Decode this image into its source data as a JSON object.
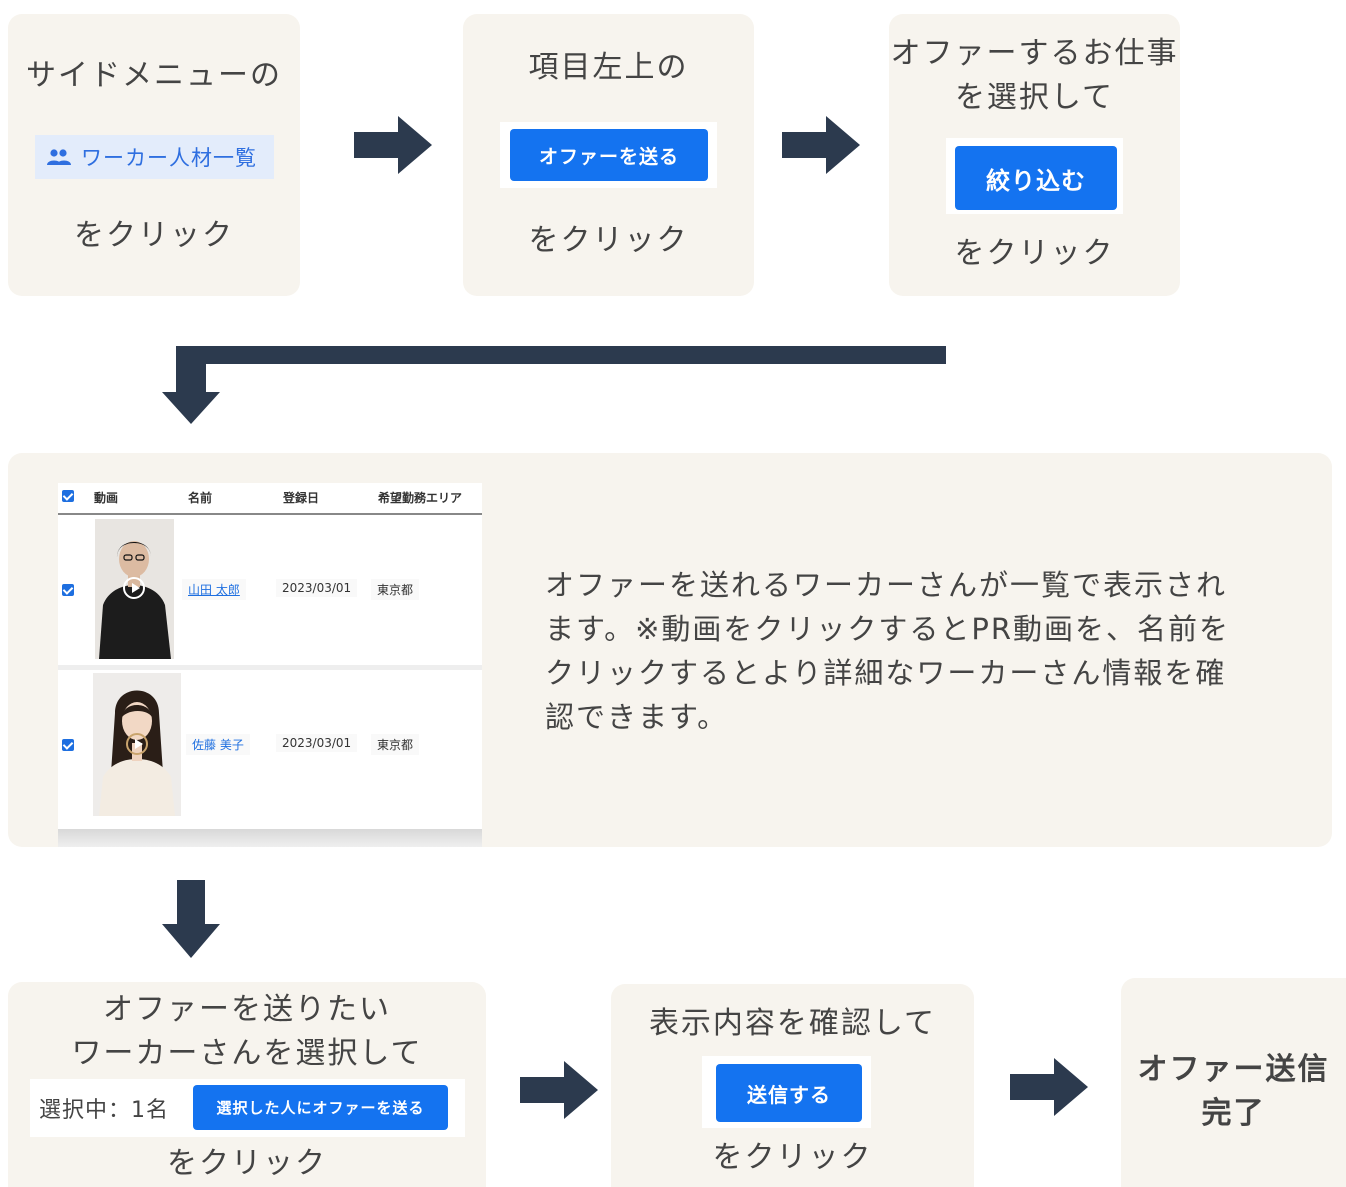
{
  "colors": {
    "card_bg": "#f7f4ee",
    "arrow": "#2c3a4e",
    "button_blue": "#1473f0",
    "link_blue": "#1e6fe0"
  },
  "step1": {
    "line1": "サイドメニューの",
    "menu_label": "ワーカー人材一覧",
    "menu_icon": "people-icon",
    "action": "をクリック"
  },
  "step2": {
    "line1": "項目左上の",
    "button": "オファーを送る",
    "action": "をクリック"
  },
  "step3": {
    "line1": "オファーするお仕事",
    "line2": "を選択して",
    "button": "絞り込む",
    "action": "をクリック"
  },
  "step4": {
    "table": {
      "headers": [
        "動画",
        "名前",
        "登録日",
        "希望勤務エリア"
      ],
      "rows": [
        {
          "name": "山田 太郎",
          "date": "2023/03/01",
          "area": "東京都"
        },
        {
          "name": "佐藤 美子",
          "date": "2023/03/01",
          "area": "東京都"
        }
      ]
    },
    "description_lines": [
      "オファーを送れるワーカーさんが一覧で表示され",
      "ます。※動画をクリックするとPR動画を、名前を",
      "クリックするとより詳細なワーカーさん情報を確",
      "認できます。"
    ]
  },
  "step5": {
    "line1": "オファーを送りたい",
    "line2": "ワーカーさんを選択して",
    "selected_label": "選択中：1名",
    "button": "選択した人にオファーを送る",
    "action": "をクリック"
  },
  "step6": {
    "line1": "表示内容を確認して",
    "button": "送信する",
    "action": "をクリック"
  },
  "step7": {
    "line1": "オファー送信",
    "line2": "完了"
  }
}
